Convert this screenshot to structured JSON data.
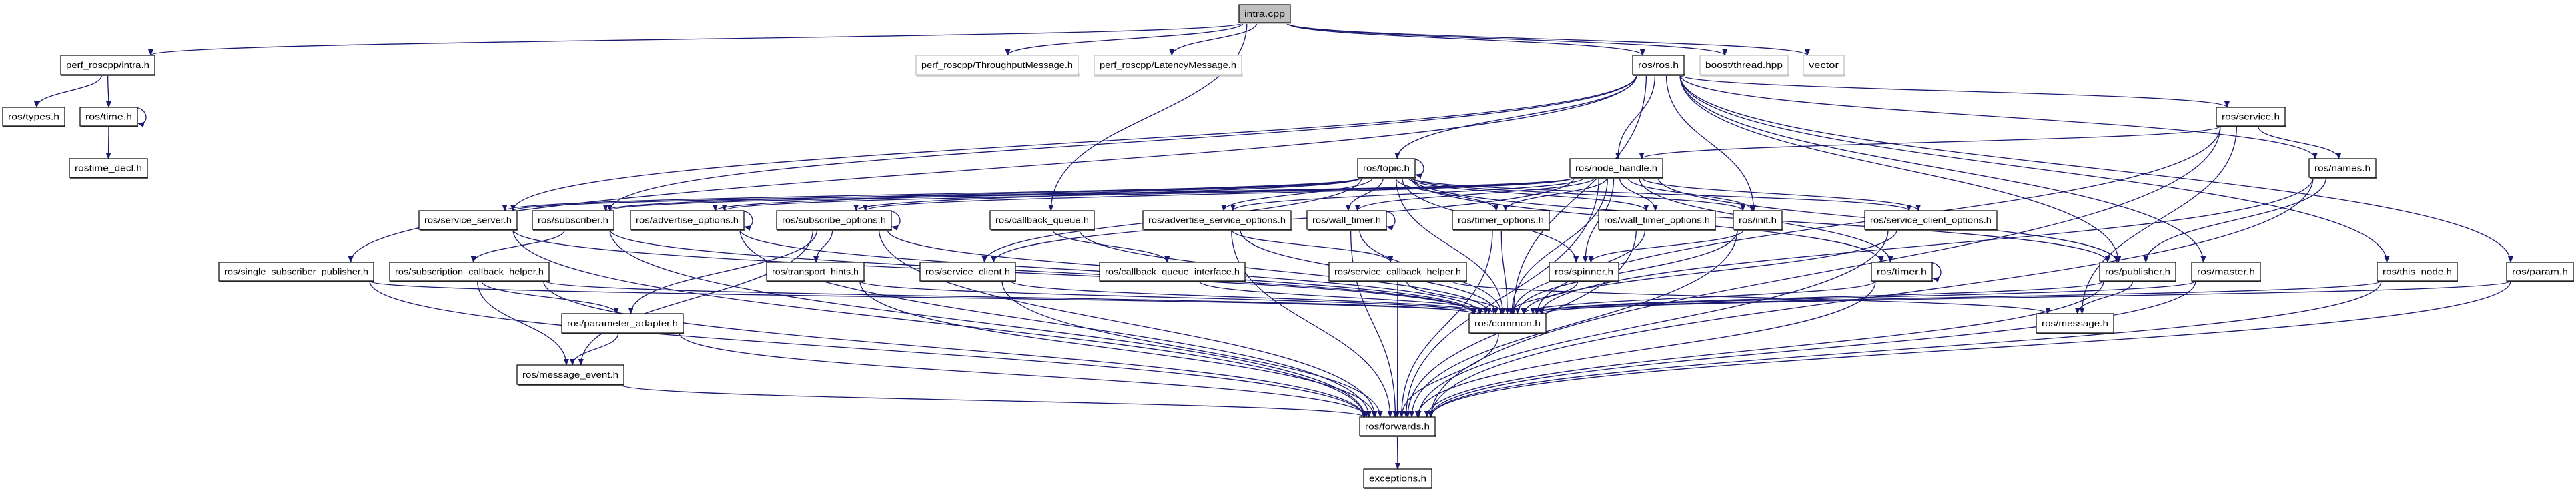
{
  "colors": {
    "edge": "#191970",
    "root_fill": "#bfbfbf",
    "external_border": "#bfbfbf",
    "node_border": "#000000"
  },
  "nodes": [
    {
      "id": "intra_cpp",
      "label": "intra.cpp",
      "kind": "root"
    },
    {
      "id": "intra_h",
      "label": "perf_roscpp/intra.h",
      "kind": "normal"
    },
    {
      "id": "throughput",
      "label": "perf_roscpp/ThroughputMessage.h",
      "kind": "external"
    },
    {
      "id": "latency",
      "label": "perf_roscpp/LatencyMessage.h",
      "kind": "external"
    },
    {
      "id": "ros_h",
      "label": "ros/ros.h",
      "kind": "normal"
    },
    {
      "id": "boost_thread",
      "label": "boost/thread.hpp",
      "kind": "external"
    },
    {
      "id": "vector",
      "label": "vector",
      "kind": "external"
    },
    {
      "id": "types",
      "label": "ros/types.h",
      "kind": "normal"
    },
    {
      "id": "time",
      "label": "ros/time.h",
      "kind": "normal"
    },
    {
      "id": "rostime_decl",
      "label": "rostime_decl.h",
      "kind": "normal"
    },
    {
      "id": "service",
      "label": "ros/service.h",
      "kind": "normal"
    },
    {
      "id": "topic",
      "label": "ros/topic.h",
      "kind": "normal"
    },
    {
      "id": "node_handle",
      "label": "ros/node_handle.h",
      "kind": "normal"
    },
    {
      "id": "names",
      "label": "ros/names.h",
      "kind": "normal"
    },
    {
      "id": "service_server",
      "label": "ros/service_server.h",
      "kind": "normal"
    },
    {
      "id": "subscriber",
      "label": "ros/subscriber.h",
      "kind": "normal"
    },
    {
      "id": "advertise_options",
      "label": "ros/advertise_options.h",
      "kind": "normal"
    },
    {
      "id": "subscribe_options",
      "label": "ros/subscribe_options.h",
      "kind": "normal"
    },
    {
      "id": "callback_queue",
      "label": "ros/callback_queue.h",
      "kind": "normal"
    },
    {
      "id": "advertise_service_options",
      "label": "ros/advertise_service_options.h",
      "kind": "normal"
    },
    {
      "id": "wall_timer",
      "label": "ros/wall_timer.h",
      "kind": "normal"
    },
    {
      "id": "timer_options",
      "label": "ros/timer_options.h",
      "kind": "normal"
    },
    {
      "id": "wall_timer_options",
      "label": "ros/wall_timer_options.h",
      "kind": "normal"
    },
    {
      "id": "init",
      "label": "ros/init.h",
      "kind": "normal"
    },
    {
      "id": "service_client_options",
      "label": "ros/service_client_options.h",
      "kind": "normal"
    },
    {
      "id": "single_subscriber_publisher",
      "label": "ros/single_subscriber_publisher.h",
      "kind": "normal"
    },
    {
      "id": "subscription_callback_helper",
      "label": "ros/subscription_callback_helper.h",
      "kind": "normal"
    },
    {
      "id": "transport_hints",
      "label": "ros/transport_hints.h",
      "kind": "normal"
    },
    {
      "id": "service_client",
      "label": "ros/service_client.h",
      "kind": "normal"
    },
    {
      "id": "callback_queue_interface",
      "label": "ros/callback_queue_interface.h",
      "kind": "normal"
    },
    {
      "id": "service_callback_helper",
      "label": "ros/service_callback_helper.h",
      "kind": "normal"
    },
    {
      "id": "spinner",
      "label": "ros/spinner.h",
      "kind": "normal"
    },
    {
      "id": "timer",
      "label": "ros/timer.h",
      "kind": "normal"
    },
    {
      "id": "publisher",
      "label": "ros/publisher.h",
      "kind": "normal"
    },
    {
      "id": "master",
      "label": "ros/master.h",
      "kind": "normal"
    },
    {
      "id": "this_node",
      "label": "ros/this_node.h",
      "kind": "normal"
    },
    {
      "id": "param",
      "label": "ros/param.h",
      "kind": "normal"
    },
    {
      "id": "parameter_adapter",
      "label": "ros/parameter_adapter.h",
      "kind": "normal"
    },
    {
      "id": "common",
      "label": "ros/common.h",
      "kind": "normal"
    },
    {
      "id": "message",
      "label": "ros/message.h",
      "kind": "normal"
    },
    {
      "id": "message_event",
      "label": "ros/message_event.h",
      "kind": "normal"
    },
    {
      "id": "forwards",
      "label": "ros/forwards.h",
      "kind": "normal"
    },
    {
      "id": "exceptions",
      "label": "exceptions.h",
      "kind": "normal"
    }
  ],
  "edges": [
    [
      "intra_cpp",
      "intra_h"
    ],
    [
      "intra_cpp",
      "throughput"
    ],
    [
      "intra_cpp",
      "latency"
    ],
    [
      "intra_cpp",
      "ros_h"
    ],
    [
      "intra_cpp",
      "boost_thread"
    ],
    [
      "intra_cpp",
      "vector"
    ],
    [
      "intra_cpp",
      "callback_queue"
    ],
    [
      "intra_h",
      "types"
    ],
    [
      "intra_h",
      "time"
    ],
    [
      "time",
      "time"
    ],
    [
      "time",
      "rostime_decl"
    ],
    [
      "ros_h",
      "single_subscriber_publisher"
    ],
    [
      "ros_h",
      "service_server"
    ],
    [
      "ros_h",
      "subscriber"
    ],
    [
      "ros_h",
      "topic"
    ],
    [
      "ros_h",
      "node_handle"
    ],
    [
      "ros_h",
      "init"
    ],
    [
      "ros_h",
      "service"
    ],
    [
      "ros_h",
      "names"
    ],
    [
      "ros_h",
      "this_node"
    ],
    [
      "ros_h",
      "param"
    ],
    [
      "ros_h",
      "master"
    ],
    [
      "ros_h",
      "publisher"
    ],
    [
      "ros_h",
      "common"
    ],
    [
      "topic",
      "topic"
    ],
    [
      "topic",
      "service_server"
    ],
    [
      "topic",
      "subscriber"
    ],
    [
      "topic",
      "advertise_options"
    ],
    [
      "topic",
      "subscribe_options"
    ],
    [
      "topic",
      "service_client"
    ],
    [
      "topic",
      "advertise_service_options"
    ],
    [
      "topic",
      "wall_timer"
    ],
    [
      "topic",
      "timer_options"
    ],
    [
      "topic",
      "wall_timer_options"
    ],
    [
      "topic",
      "init"
    ],
    [
      "topic",
      "service_client_options"
    ],
    [
      "topic",
      "spinner"
    ],
    [
      "topic",
      "timer"
    ],
    [
      "topic",
      "publisher"
    ],
    [
      "topic",
      "common"
    ],
    [
      "node_handle",
      "service_server"
    ],
    [
      "node_handle",
      "subscriber"
    ],
    [
      "node_handle",
      "advertise_options"
    ],
    [
      "node_handle",
      "subscribe_options"
    ],
    [
      "node_handle",
      "service_client"
    ],
    [
      "node_handle",
      "advertise_service_options"
    ],
    [
      "node_handle",
      "wall_timer"
    ],
    [
      "node_handle",
      "timer_options"
    ],
    [
      "node_handle",
      "wall_timer_options"
    ],
    [
      "node_handle",
      "init"
    ],
    [
      "node_handle",
      "service_client_options"
    ],
    [
      "node_handle",
      "spinner"
    ],
    [
      "node_handle",
      "timer"
    ],
    [
      "node_handle",
      "publisher"
    ],
    [
      "node_handle",
      "common"
    ],
    [
      "node_handle",
      "forwards"
    ],
    [
      "service",
      "node_handle"
    ],
    [
      "service",
      "names"
    ],
    [
      "service",
      "common"
    ],
    [
      "service",
      "forwards"
    ],
    [
      "service",
      "message"
    ],
    [
      "names",
      "publisher"
    ],
    [
      "names",
      "forwards"
    ],
    [
      "names",
      "common"
    ],
    [
      "service_server",
      "common"
    ],
    [
      "service_server",
      "forwards"
    ],
    [
      "subscriber",
      "subscription_callback_helper"
    ],
    [
      "subscriber",
      "common"
    ],
    [
      "subscriber",
      "forwards"
    ],
    [
      "advertise_options",
      "advertise_options"
    ],
    [
      "advertise_options",
      "common"
    ],
    [
      "advertise_options",
      "forwards"
    ],
    [
      "subscribe_options",
      "subscribe_options"
    ],
    [
      "subscribe_options",
      "transport_hints"
    ],
    [
      "subscribe_options",
      "parameter_adapter"
    ],
    [
      "subscribe_options",
      "message_event"
    ],
    [
      "subscribe_options",
      "common"
    ],
    [
      "subscribe_options",
      "forwards"
    ],
    [
      "single_subscriber_publisher",
      "common"
    ],
    [
      "single_subscriber_publisher",
      "forwards"
    ],
    [
      "subscription_callback_helper",
      "parameter_adapter"
    ],
    [
      "subscription_callback_helper",
      "message_event"
    ],
    [
      "subscription_callback_helper",
      "common"
    ],
    [
      "subscription_callback_helper",
      "forwards"
    ],
    [
      "parameter_adapter",
      "message_event"
    ],
    [
      "parameter_adapter",
      "forwards"
    ],
    [
      "message_event",
      "forwards"
    ],
    [
      "transport_hints",
      "common"
    ],
    [
      "transport_hints",
      "forwards"
    ],
    [
      "callback_queue",
      "callback_queue_interface"
    ],
    [
      "callback_queue",
      "common"
    ],
    [
      "callback_queue_interface",
      "common"
    ],
    [
      "advertise_service_options",
      "service_callback_helper"
    ],
    [
      "advertise_service_options",
      "common"
    ],
    [
      "advertise_service_options",
      "forwards"
    ],
    [
      "service_callback_helper",
      "common"
    ],
    [
      "service_callback_helper",
      "forwards"
    ],
    [
      "service_callback_helper",
      "message"
    ],
    [
      "wall_timer",
      "wall_timer"
    ],
    [
      "wall_timer",
      "common"
    ],
    [
      "wall_timer",
      "forwards"
    ],
    [
      "timer_options",
      "common"
    ],
    [
      "timer_options",
      "forwards"
    ],
    [
      "wall_timer_options",
      "common"
    ],
    [
      "wall_timer_options",
      "forwards"
    ],
    [
      "init",
      "spinner"
    ],
    [
      "init",
      "common"
    ],
    [
      "init",
      "forwards"
    ],
    [
      "service_client_options",
      "common"
    ],
    [
      "service_client_options",
      "forwards"
    ],
    [
      "service_client",
      "common"
    ],
    [
      "service_client",
      "forwards"
    ],
    [
      "spinner",
      "common"
    ],
    [
      "timer",
      "timer"
    ],
    [
      "timer",
      "common"
    ],
    [
      "timer",
      "forwards"
    ],
    [
      "publisher",
      "message"
    ],
    [
      "publisher",
      "common"
    ],
    [
      "publisher",
      "forwards"
    ],
    [
      "master",
      "common"
    ],
    [
      "master",
      "forwards"
    ],
    [
      "this_node",
      "common"
    ],
    [
      "this_node",
      "forwards"
    ],
    [
      "param",
      "common"
    ],
    [
      "param",
      "forwards"
    ],
    [
      "common",
      "forwards"
    ],
    [
      "forwards",
      "exceptions"
    ]
  ]
}
